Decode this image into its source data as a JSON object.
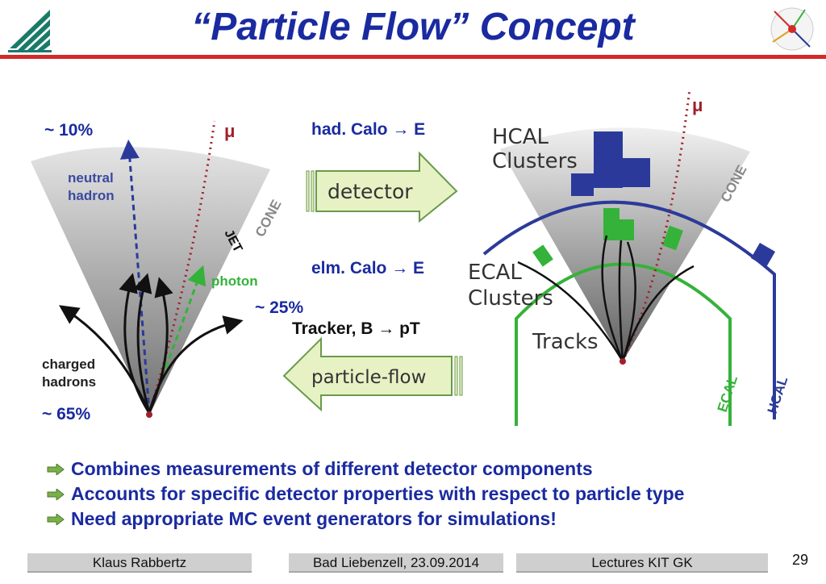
{
  "slide": {
    "title": "“Particle Flow” Concept",
    "page_number": "29"
  },
  "colors": {
    "title": "#1a2aa0",
    "accent_line": "#d42a2a",
    "hcal": "#2b3a9a",
    "ecal": "#35b23a",
    "muon": "#a0202a",
    "arrow_fill": "#e6f2c4",
    "arrow_stroke": "#6a9a4c"
  },
  "left_diagram": {
    "pct_neutral": "~ 10%",
    "pct_photon": "~ 25%",
    "pct_charged": "~ 65%",
    "mu": "μ",
    "neutral_label_1": "neutral",
    "neutral_label_2": "hadron",
    "photon_label": "photon",
    "charged_label_1": "charged",
    "charged_label_2": "hadrons",
    "jet_label": "JET",
    "cone_label": "CONE"
  },
  "middle": {
    "had_calo": "had. Calo → E",
    "detector": "detector",
    "elm_calo": "elm. Calo → E",
    "tracker": "Tracker, B → pT",
    "particle_flow": "particle-flow"
  },
  "right_diagram": {
    "mu": "μ",
    "hcal_clusters_1": "HCAL",
    "hcal_clusters_2": "Clusters",
    "ecal_clusters_1": "ECAL",
    "ecal_clusters_2": "Clusters",
    "tracks": "Tracks",
    "cone_label": "CONE",
    "ecal_label": "ECAL",
    "hcal_label": "HCAL"
  },
  "bullets": [
    "Combines measurements of different detector components",
    "Accounts for specific detector properties with respect to particle type",
    "Need appropriate MC event generators for simulations!"
  ],
  "footer": {
    "author": "Klaus Rabbertz",
    "place_date": "Bad Liebenzell, 23.09.2014",
    "lecture": "Lectures KIT GK"
  }
}
